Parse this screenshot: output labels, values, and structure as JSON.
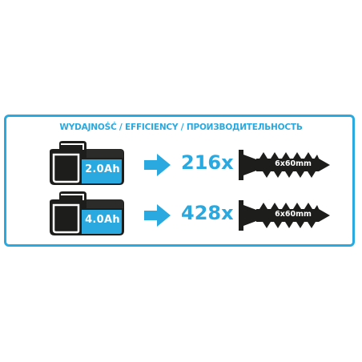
{
  "heading": "WYDAJNOŚĆ / EFFICIENCY / ПРОИЗВОДИТЕЛЬНОСТЬ",
  "rows": [
    {
      "battery_label": "2.0Ah",
      "count": "216x",
      "screw_label": "6x60mm"
    },
    {
      "battery_label": "4.0Ah",
      "count": "428x",
      "screw_label": "6x60mm"
    }
  ],
  "colors": {
    "accent": "#29a9df",
    "dark": "#1d1d1b",
    "white": "#ffffff"
  },
  "icons": {
    "battery": "battery-pack-icon",
    "arrow": "arrow-right-icon",
    "screw": "screw-icon"
  }
}
